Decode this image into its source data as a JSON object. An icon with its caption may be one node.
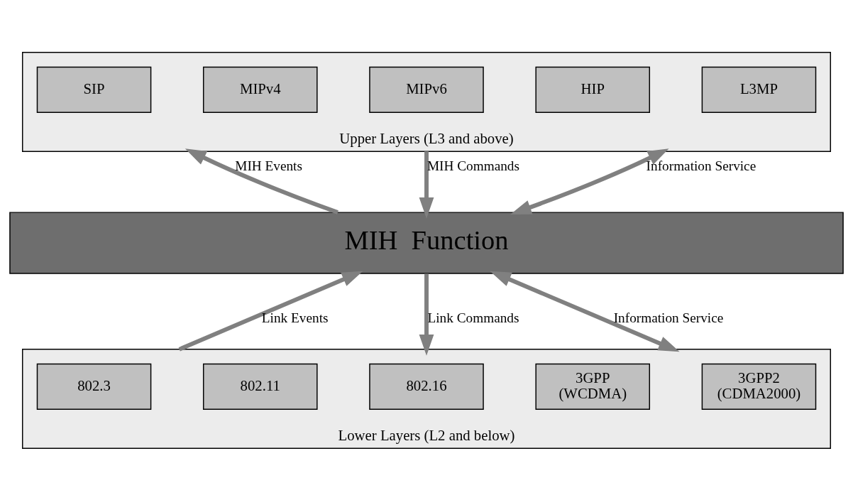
{
  "diagram": {
    "nodes": [
      {
        "text": [
          "Upper Layers (L3 and above)"
        ]
      },
      {
        "text": [
          "SIP"
        ],
        "in": 0
      },
      {
        "text": [
          "MIPv4"
        ],
        "in": 0
      },
      {
        "text": [
          "MIPv6"
        ],
        "in": 0
      },
      {
        "text": [
          "HIP"
        ],
        "in": 0
      },
      {
        "text": [
          "L3MP"
        ],
        "in": 0
      },
      {
        "text": [
          "MIH  Function"
        ]
      },
      {
        "text": [
          "Lower Layers (L2 and below)"
        ]
      },
      {
        "text": [
          "802.3"
        ],
        "in": 7
      },
      {
        "text": [
          "802.11"
        ],
        "in": 7
      },
      {
        "text": [
          "802.16"
        ],
        "in": 7
      },
      {
        "text": [
          "3GPP",
          "(WCDMA)"
        ],
        "in": 7
      },
      {
        "text": [
          "3GPP2",
          "(CDMA2000)"
        ],
        "in": 7
      }
    ],
    "edges": [
      {
        "from": 6,
        "to": 0,
        "arrow": "to",
        "label": "MIH Events"
      },
      {
        "from": 0,
        "to": 6,
        "arrow": "to",
        "label": "MIH Commands"
      },
      {
        "from": 0,
        "to": 6,
        "arrow": "both",
        "label": "Information Service"
      },
      {
        "from": 7,
        "to": 6,
        "arrow": "to",
        "label": "Link Events"
      },
      {
        "from": 6,
        "to": 7,
        "arrow": "to",
        "label": "Link Commands"
      },
      {
        "from": 6,
        "to": 7,
        "arrow": "both",
        "label": "Information Service"
      }
    ]
  }
}
